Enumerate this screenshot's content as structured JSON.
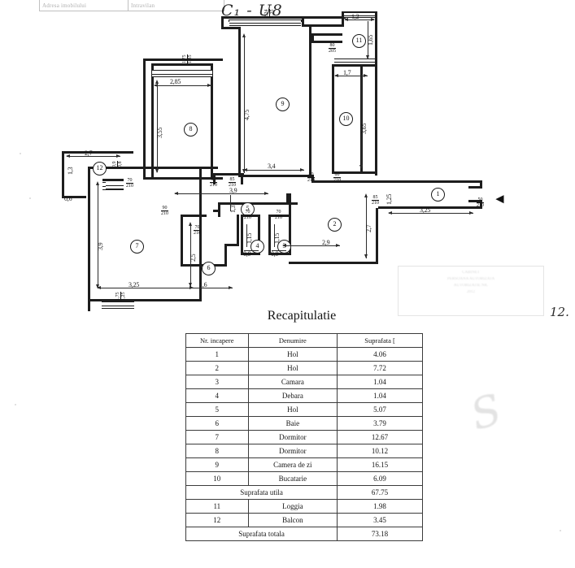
{
  "document": {
    "handwritten_title": "C₁ - U8",
    "handwritten_page_mark": "12.",
    "header_strip": {
      "cell1": "Adresa imobilului",
      "cell2": "Intravilan"
    }
  },
  "recap": {
    "title": "Recapitulatie",
    "columns": [
      "Nr. incapere",
      "Denumire",
      "Suprafata ["
    ],
    "rows": [
      {
        "nr": "1",
        "name": "Hol",
        "area": "4.06"
      },
      {
        "nr": "2",
        "name": "Hol",
        "area": "7.72"
      },
      {
        "nr": "3",
        "name": "Camara",
        "area": "1.04"
      },
      {
        "nr": "4",
        "name": "Debara",
        "area": "1.04"
      },
      {
        "nr": "5",
        "name": "Hol",
        "area": "5.07"
      },
      {
        "nr": "6",
        "name": "Baie",
        "area": "3.79"
      },
      {
        "nr": "7",
        "name": "Dormitor",
        "area": "12.67"
      },
      {
        "nr": "8",
        "name": "Dormitor",
        "area": "10.12"
      },
      {
        "nr": "9",
        "name": "Camera de zi",
        "area": "16.15"
      },
      {
        "nr": "10",
        "name": "Bucatarie",
        "area": "6.09"
      }
    ],
    "subtotal": {
      "label": "Suprafata utila",
      "area": "67.75"
    },
    "annex_rows": [
      {
        "nr": "11",
        "name": "Loggia",
        "area": "1.98"
      },
      {
        "nr": "12",
        "name": "Balcon",
        "area": "3.45"
      }
    ],
    "total": {
      "label": "Suprafata totala",
      "area": "73.18"
    }
  },
  "plan": {
    "room_numbers": [
      "1",
      "2",
      "3",
      "4",
      "5",
      "6",
      "7",
      "8",
      "9",
      "10",
      "11",
      "12"
    ],
    "dimensions": {
      "d_285": "2,85",
      "d_355": "3,55",
      "d_475": "4,75",
      "d_34": "3,4",
      "d_39_mid": "3,9",
      "d_27_bal": "2,7",
      "d_13_bal": "1,3",
      "d_06": "0,6",
      "d_39_r7": "3,9",
      "d_325_r7": "3,25",
      "d_16_r6": "1,6",
      "d_25_r6": "2,5",
      "d_09_r4": "0,9",
      "d_115_r4": "1,15",
      "d_09_r3": "0,9",
      "d_115_r3": "1,15",
      "d_13_r5": "1,3",
      "d_29_r2": "2,9",
      "d_27_r2": "2,7",
      "d_325_r1": "3,25",
      "d_125_r1": "1,25",
      "d_12_r11": "1,2",
      "d_165_r11": "1,65",
      "d_17_r10": "1,7",
      "d_365_r10": "3,65",
      "d_175_w8": "1,75",
      "d_135_w8": "1,35",
      "d_125_w9": "1,25",
      "d_224_w9": "2,24",
      "d_125_w7": "1,25",
      "d_175_w7": "1,75",
      "d_09_w12": "0,9",
      "d_08_w12": "0,8"
    },
    "door_markers": {
      "dm_80_210_a": {
        "w": "80",
        "h": "210"
      },
      "dm_80_210_b": {
        "w": "80",
        "h": "210"
      },
      "dm_80_205": {
        "w": "80",
        "h": "205"
      },
      "dm_85_210_a": {
        "w": "85",
        "h": "210"
      },
      "dm_85_210_b": {
        "w": "85",
        "h": "210"
      },
      "dm_85_210_c": {
        "w": "85",
        "h": "210"
      },
      "dm_70_210_a": {
        "w": "70",
        "h": "210"
      },
      "dm_70_210_b": {
        "w": "70",
        "h": "210"
      },
      "dm_70_210_c": {
        "w": "70",
        "h": "210"
      },
      "dm_70_210_d": {
        "w": "70",
        "h": "210"
      },
      "dm_90_210": {
        "w": "90",
        "h": "210"
      },
      "dm_50_210": {
        "w": "50",
        "h": "210"
      }
    },
    "entrance_arrow": "◄"
  },
  "stamp": {
    "line1": "CABINET",
    "line2": "PERSOANA AUTORIZATA",
    "line3": "AUTORIZATIE NR.",
    "line4": "2012"
  }
}
